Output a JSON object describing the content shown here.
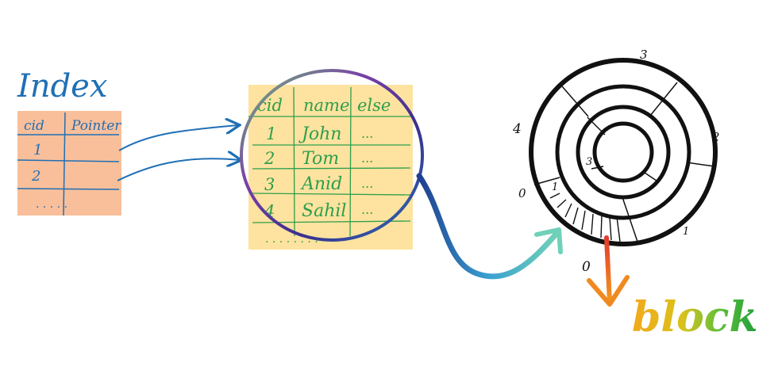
{
  "index": {
    "title": "Index",
    "headers": [
      "cid",
      "Pointer"
    ],
    "rows": [
      [
        "1",
        ""
      ],
      [
        "2",
        ""
      ]
    ],
    "ellipsis": ". . . .  ."
  },
  "table": {
    "headers": [
      "cid",
      "name",
      "else"
    ],
    "rows": [
      [
        "1",
        "John",
        "..."
      ],
      [
        "2",
        "Tom",
        "..."
      ],
      [
        "3",
        "Anid",
        "..."
      ],
      [
        "4",
        "Sahil",
        "..."
      ]
    ],
    "ellipsis": ". . . . .   . . ."
  },
  "disk": {
    "labels": [
      "3",
      "4",
      "2",
      "0",
      "1",
      "3",
      "1",
      "0"
    ]
  },
  "block_label": "block",
  "colors": {
    "index_fill": "#f9bf9a",
    "table_fill": "#fde39f",
    "ink_blue": "#1f6fb5",
    "ink_green": "#2e9e4d",
    "ink_black": "#111111"
  }
}
